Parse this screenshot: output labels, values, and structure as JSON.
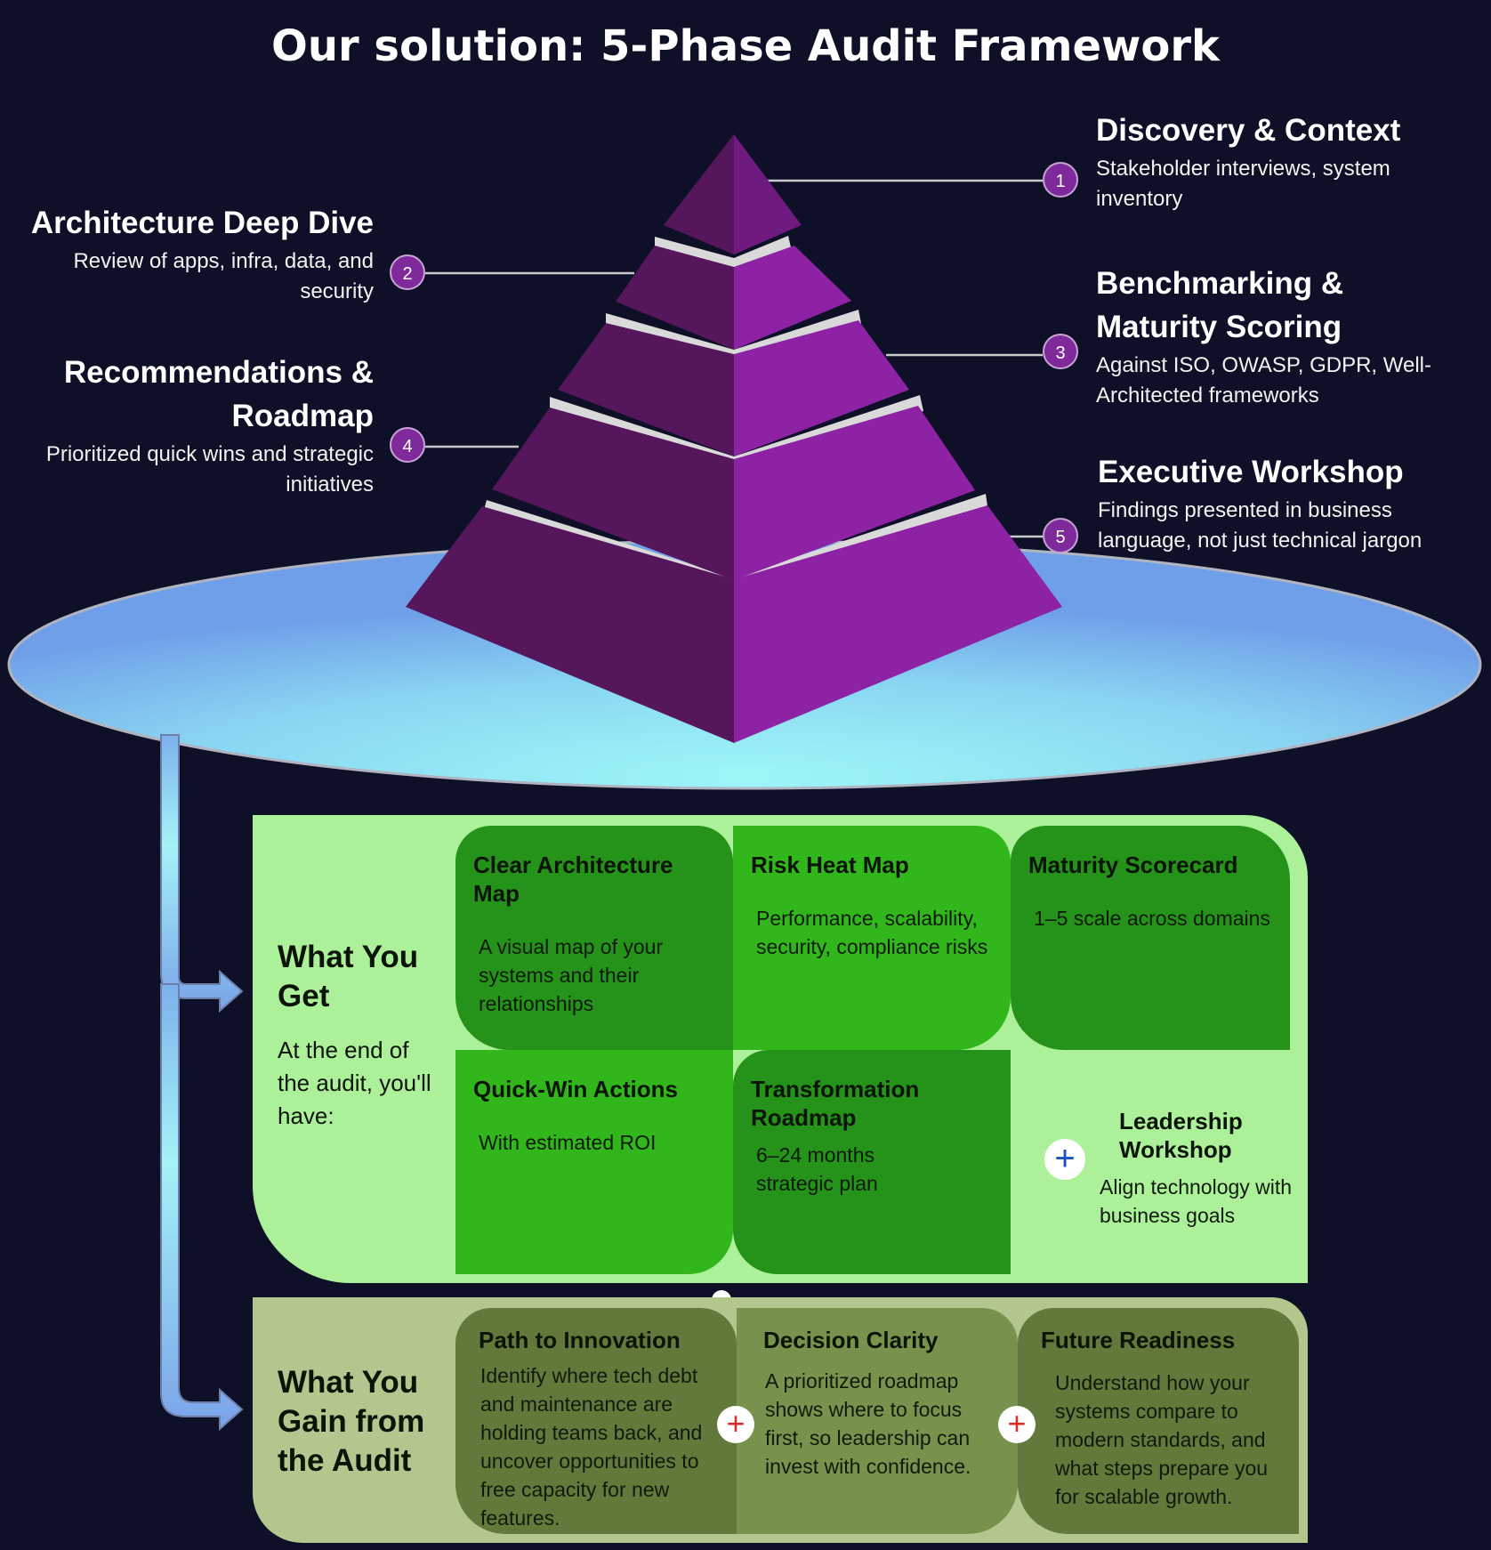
{
  "title": "Our solution: 5-Phase Audit Framework",
  "phases": [
    {
      "num": "1",
      "title": "Discovery & Context",
      "desc": "Stakeholder interviews, system inventory"
    },
    {
      "num": "2",
      "title": "Architecture Deep Dive",
      "desc": "Review of apps, infra, data, and security"
    },
    {
      "num": "3",
      "title": "Benchmarking & Maturity Scoring",
      "desc": "Against ISO, OWASP, GDPR, Well-Architected frameworks"
    },
    {
      "num": "4",
      "title": "Recommendations & Roadmap",
      "desc": "Prioritized quick wins and strategic initiatives"
    },
    {
      "num": "5",
      "title": "Executive Workshop",
      "desc": "Findings presented in business language, not just technical jargon"
    }
  ],
  "what_you_get": {
    "title": "What You Get",
    "subtitle": "At the end of the audit, you'll have:",
    "cards": [
      {
        "title": "Clear Architecture Map",
        "desc": "A visual map of your systems and their relationships"
      },
      {
        "title": "Risk Heat Map",
        "desc": "Performance, scalability, security, compliance risks"
      },
      {
        "title": "Maturity Scorecard",
        "desc": "1–5 scale across domains"
      },
      {
        "title": "Quick-Win Actions",
        "desc": "With estimated ROI"
      },
      {
        "title": "Transformation Roadmap",
        "desc": "6–24 months strategic plan"
      }
    ],
    "extra": {
      "title": "Leadership Workshop",
      "desc": "Align technology with business goals",
      "icon": "plus-icon"
    }
  },
  "what_you_gain": {
    "title": "What You Gain from the Audit",
    "cards": [
      {
        "title": "Path to Innovation",
        "desc": "Identify where tech debt and maintenance are holding teams back, and uncover opportunities to free capacity for new features."
      },
      {
        "title": "Decision Clarity",
        "desc": "A prioritized roadmap shows where to focus first, so leadership can invest with confidence."
      },
      {
        "title": "Future Readiness",
        "desc": "Understand how your systems compare to modern standards, and what steps prepare you for scalable growth."
      }
    ]
  },
  "colors": {
    "background": "#0e1027",
    "pyramid_left": "#56165c",
    "pyramid_right": "#8e22a4",
    "panel_get": "#acf19a",
    "panel_gain": "#b2c68e",
    "card_dark_green": "#25921a",
    "card_bright_green": "#31b61b",
    "gain_card": "#63793c",
    "badge": "#7e2a9a"
  }
}
